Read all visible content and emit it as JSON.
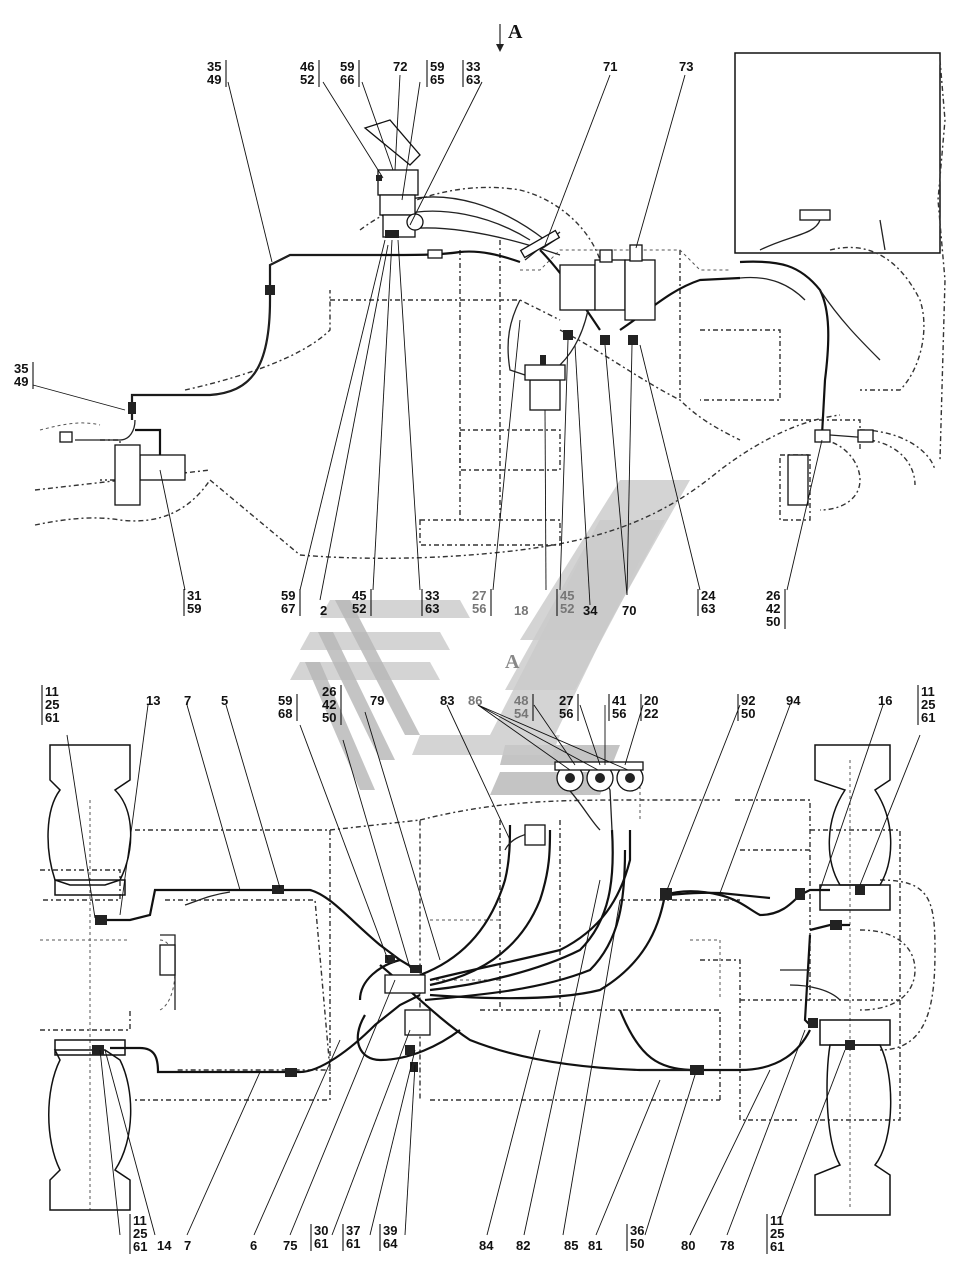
{
  "view_markers": {
    "top": "A",
    "middle": "A"
  },
  "top_labels": [
    {
      "id": "t1",
      "lines": [
        "35",
        "49"
      ]
    },
    {
      "id": "t2",
      "lines": [
        "46",
        "52"
      ]
    },
    {
      "id": "t3",
      "lines": [
        "59",
        "66"
      ]
    },
    {
      "id": "t4",
      "lines": [
        "72"
      ]
    },
    {
      "id": "t5",
      "lines": [
        "59",
        "65"
      ]
    },
    {
      "id": "t6",
      "lines": [
        "33",
        "63"
      ]
    },
    {
      "id": "t7",
      "lines": [
        "71"
      ]
    },
    {
      "id": "t8",
      "lines": [
        "73"
      ]
    },
    {
      "id": "t9",
      "lines": [
        "35",
        "49"
      ]
    },
    {
      "id": "t10",
      "lines": [
        "31",
        "59"
      ]
    },
    {
      "id": "t11",
      "lines": [
        "59",
        "67"
      ]
    },
    {
      "id": "t12",
      "lines": [
        "2"
      ]
    },
    {
      "id": "t13",
      "lines": [
        "45",
        "52"
      ]
    },
    {
      "id": "t14",
      "lines": [
        "33",
        "63"
      ]
    },
    {
      "id": "t15",
      "lines": [
        "27",
        "56"
      ]
    },
    {
      "id": "t16",
      "lines": [
        "18"
      ]
    },
    {
      "id": "t17",
      "lines": [
        "45",
        "52"
      ]
    },
    {
      "id": "t18",
      "lines": [
        "34"
      ]
    },
    {
      "id": "t19",
      "lines": [
        "70"
      ]
    },
    {
      "id": "t20",
      "lines": [
        "24",
        "63"
      ]
    },
    {
      "id": "t21",
      "lines": [
        "26",
        "42",
        "50"
      ]
    }
  ],
  "bottom_labels": [
    {
      "id": "b1",
      "lines": [
        "11",
        "25",
        "61"
      ]
    },
    {
      "id": "b2",
      "lines": [
        "13"
      ]
    },
    {
      "id": "b3",
      "lines": [
        "7"
      ]
    },
    {
      "id": "b4",
      "lines": [
        "5"
      ]
    },
    {
      "id": "b5",
      "lines": [
        "59",
        "68"
      ]
    },
    {
      "id": "b6",
      "lines": [
        "26",
        "42",
        "50"
      ]
    },
    {
      "id": "b7",
      "lines": [
        "79"
      ]
    },
    {
      "id": "b8",
      "lines": [
        "83"
      ]
    },
    {
      "id": "b9",
      "lines": [
        "86"
      ]
    },
    {
      "id": "b10",
      "lines": [
        "48",
        "54"
      ]
    },
    {
      "id": "b11",
      "lines": [
        "27",
        "56"
      ]
    },
    {
      "id": "b12",
      "lines": [
        "41",
        "56"
      ]
    },
    {
      "id": "b13",
      "lines": [
        "20",
        "22"
      ]
    },
    {
      "id": "b14",
      "lines": [
        "92",
        "50"
      ]
    },
    {
      "id": "b15",
      "lines": [
        "94"
      ]
    },
    {
      "id": "b16",
      "lines": [
        "16"
      ]
    },
    {
      "id": "b17",
      "lines": [
        "11",
        "25",
        "61"
      ]
    },
    {
      "id": "b18",
      "lines": [
        "11",
        "25",
        "61"
      ]
    },
    {
      "id": "b19",
      "lines": [
        "14"
      ]
    },
    {
      "id": "b20",
      "lines": [
        "7"
      ]
    },
    {
      "id": "b21",
      "lines": [
        "6"
      ]
    },
    {
      "id": "b22",
      "lines": [
        "75"
      ]
    },
    {
      "id": "b23",
      "lines": [
        "30",
        "61"
      ]
    },
    {
      "id": "b24",
      "lines": [
        "37",
        "61"
      ]
    },
    {
      "id": "b25",
      "lines": [
        "39",
        "64"
      ]
    },
    {
      "id": "b26",
      "lines": [
        "84"
      ]
    },
    {
      "id": "b27",
      "lines": [
        "82"
      ]
    },
    {
      "id": "b28",
      "lines": [
        "85"
      ]
    },
    {
      "id": "b29",
      "lines": [
        "81"
      ]
    },
    {
      "id": "b30",
      "lines": [
        "36",
        "50"
      ]
    },
    {
      "id": "b31",
      "lines": [
        "80"
      ]
    },
    {
      "id": "b32",
      "lines": [
        "78"
      ]
    },
    {
      "id": "b33",
      "lines": [
        "11",
        "25",
        "61"
      ]
    }
  ]
}
